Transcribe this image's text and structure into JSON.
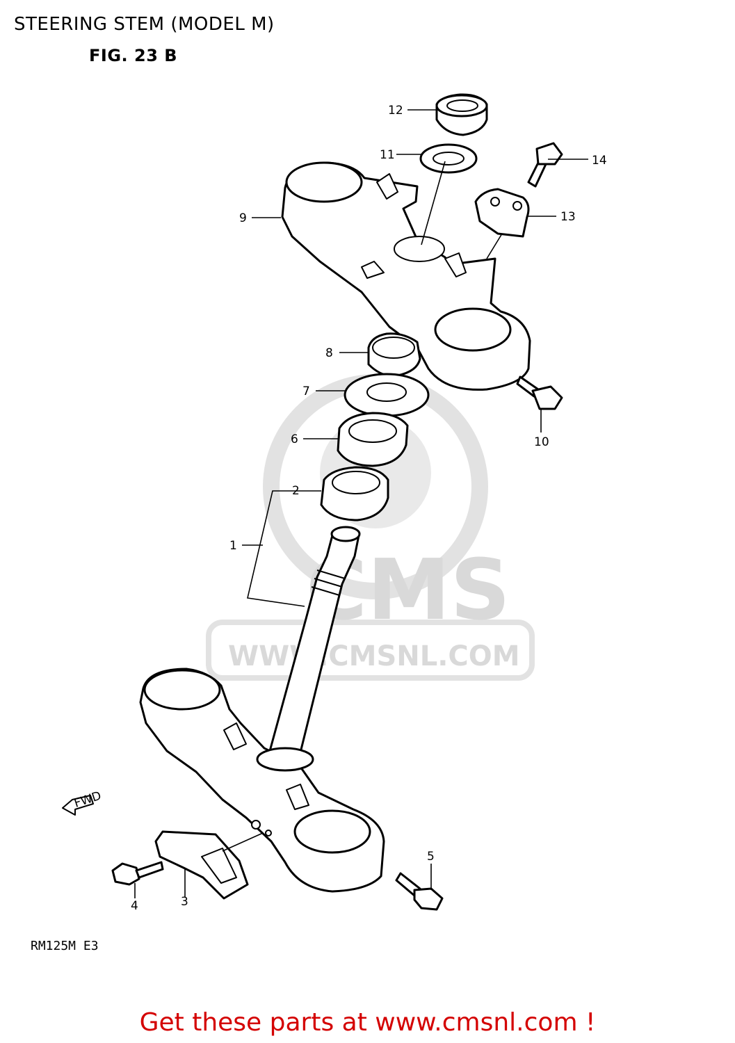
{
  "header": {
    "title": "STEERING STEM (MODEL M)",
    "figure": "FIG. 23 B"
  },
  "watermark": {
    "brand": "CMS",
    "url": "WWW.CMSNL.COM"
  },
  "diagram": {
    "direction_label": "FWD",
    "callouts": [
      {
        "id": "1"
      },
      {
        "id": "2"
      },
      {
        "id": "3"
      },
      {
        "id": "4"
      },
      {
        "id": "5"
      },
      {
        "id": "6"
      },
      {
        "id": "7"
      },
      {
        "id": "8"
      },
      {
        "id": "9"
      },
      {
        "id": "10"
      },
      {
        "id": "11"
      },
      {
        "id": "12"
      },
      {
        "id": "13"
      },
      {
        "id": "14"
      }
    ]
  },
  "model_code": "RM125M E3",
  "footer": {
    "link_text": "Get these parts at www.cmsnl.com !"
  },
  "colors": {
    "link": "#d40000",
    "watermark": "#d9d9d9",
    "line": "#000000"
  }
}
